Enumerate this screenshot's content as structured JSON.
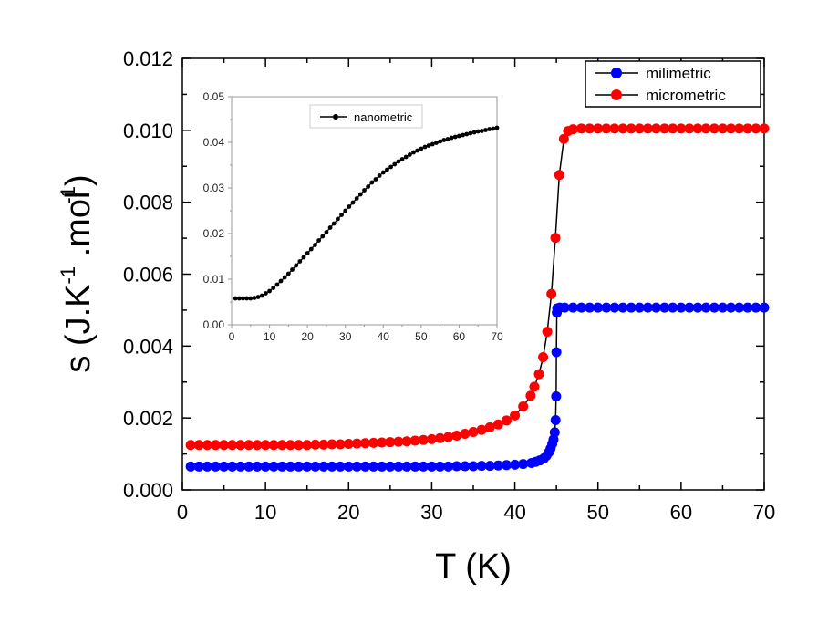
{
  "chart_data": [
    {
      "type": "scatter",
      "xlabel": "T (K)",
      "ylabel": {
        "base": "s (J.K",
        "sup1": "-1",
        "mid": " .mol",
        "sup2": "-1",
        "end": ")"
      },
      "xlim": [
        0,
        70
      ],
      "ylim": [
        0,
        0.012
      ],
      "xticks": [
        "0",
        "10",
        "20",
        "30",
        "40",
        "50",
        "60",
        "70"
      ],
      "yticks": [
        "0.000",
        "0.002",
        "0.004",
        "0.006",
        "0.008",
        "0.010",
        "0.012"
      ],
      "grid": false,
      "legend_position": "top-right",
      "series": [
        {
          "name": "milimetric",
          "color": "#0000ff",
          "x": [
            1,
            2,
            3,
            4,
            5,
            6,
            7,
            8,
            9,
            10,
            11,
            12,
            13,
            14,
            15,
            16,
            17,
            18,
            19,
            20,
            21,
            22,
            23,
            24,
            25,
            26,
            27,
            28,
            29,
            30,
            31,
            32,
            33,
            34,
            35,
            36,
            37,
            38,
            39,
            40,
            41,
            42,
            42.5,
            43,
            43.5,
            43.8,
            44.1,
            44.3,
            44.5,
            44.65,
            44.8,
            44.9,
            44.97,
            45.0,
            45.05,
            45.1,
            45.4,
            46,
            47,
            48,
            49,
            50,
            51,
            52,
            53,
            54,
            55,
            56,
            57,
            58,
            59,
            60,
            61,
            62,
            63,
            64,
            65,
            66,
            67,
            68,
            69,
            70
          ],
          "y": [
            0.00065,
            0.00065,
            0.00065,
            0.00065,
            0.00065,
            0.00065,
            0.00065,
            0.00065,
            0.00065,
            0.00065,
            0.00065,
            0.00065,
            0.00065,
            0.00065,
            0.00065,
            0.00065,
            0.00065,
            0.00065,
            0.00065,
            0.00065,
            0.00065,
            0.00065,
            0.00065,
            0.00065,
            0.00065,
            0.00065,
            0.00065,
            0.00065,
            0.00065,
            0.00065,
            0.00065,
            0.00065,
            0.00066,
            0.00066,
            0.00066,
            0.00067,
            0.00067,
            0.00068,
            0.00069,
            0.0007,
            0.00072,
            0.00075,
            0.00078,
            0.00082,
            0.00088,
            0.00095,
            0.00105,
            0.00115,
            0.00128,
            0.0014,
            0.0016,
            0.00194,
            0.0026,
            0.00383,
            0.00493,
            0.00505,
            0.00507,
            0.00507,
            0.00507,
            0.00507,
            0.00507,
            0.00507,
            0.00507,
            0.00507,
            0.00507,
            0.00507,
            0.00507,
            0.00507,
            0.00507,
            0.00507,
            0.00507,
            0.00507,
            0.00507,
            0.00507,
            0.00507,
            0.00507,
            0.00507,
            0.00507,
            0.00507,
            0.00507,
            0.00507,
            0.00507
          ]
        },
        {
          "name": "micrometric",
          "color": "#ff0000",
          "x": [
            1,
            2,
            3,
            4,
            5,
            6,
            7,
            8,
            9,
            10,
            11,
            12,
            13,
            14,
            15,
            16,
            17,
            18,
            19,
            20,
            21,
            22,
            23,
            24,
            25,
            26,
            27,
            28,
            29,
            30,
            31,
            32,
            33,
            34,
            35,
            36,
            37,
            38,
            39,
            40,
            41,
            41.9,
            42.35,
            42.9,
            43.4,
            43.9,
            44.4,
            44.88,
            45.35,
            45.9,
            46.4,
            47,
            48,
            49,
            50,
            51,
            52,
            53,
            54,
            55,
            56,
            57,
            58,
            59,
            60,
            61,
            62,
            63,
            64,
            65,
            66,
            67,
            68,
            69,
            70
          ],
          "y": [
            0.00125,
            0.00125,
            0.00125,
            0.00125,
            0.00125,
            0.00125,
            0.00125,
            0.00125,
            0.00125,
            0.00125,
            0.00125,
            0.00125,
            0.00125,
            0.00125,
            0.00125,
            0.00126,
            0.00126,
            0.00127,
            0.00127,
            0.00128,
            0.00129,
            0.0013,
            0.00131,
            0.00132,
            0.00133,
            0.00134,
            0.00135,
            0.00137,
            0.00139,
            0.00141,
            0.00144,
            0.00147,
            0.00151,
            0.00156,
            0.00161,
            0.00167,
            0.00174,
            0.00182,
            0.00193,
            0.00207,
            0.00232,
            0.00262,
            0.00287,
            0.00322,
            0.00369,
            0.0044,
            0.00545,
            0.00701,
            0.00876,
            0.00976,
            0.00998,
            0.01003,
            0.01005,
            0.01005,
            0.01005,
            0.01005,
            0.01005,
            0.01005,
            0.01005,
            0.01005,
            0.01005,
            0.01005,
            0.01005,
            0.01005,
            0.01005,
            0.01005,
            0.01005,
            0.01005,
            0.01005,
            0.01005,
            0.01005,
            0.01005,
            0.01005,
            0.01005,
            0.01005
          ]
        }
      ]
    },
    {
      "type": "line",
      "xlim": [
        0,
        70
      ],
      "ylim": [
        0,
        0.05
      ],
      "xticks": [
        "0",
        "10",
        "20",
        "30",
        "40",
        "50",
        "60",
        "70"
      ],
      "yticks": [
        "0.00",
        "0.01",
        "0.02",
        "0.03",
        "0.04",
        "0.05"
      ],
      "grid": false,
      "legend_position": "top-center",
      "series": [
        {
          "name": "nanometric",
          "color": "#000000",
          "x": [
            1,
            2,
            3,
            4,
            5,
            6,
            7,
            8,
            9,
            10,
            11,
            12,
            13,
            14,
            15,
            16,
            17,
            18,
            19,
            20,
            21,
            22,
            23,
            24,
            25,
            26,
            27,
            28,
            29,
            30,
            31,
            32,
            33,
            34,
            35,
            36,
            37,
            38,
            39,
            40,
            41,
            42,
            43,
            44,
            45,
            46,
            47,
            48,
            49,
            50,
            51,
            52,
            53,
            54,
            55,
            56,
            57,
            58,
            59,
            60,
            61,
            62,
            63,
            64,
            65,
            66,
            67,
            68,
            69,
            70
          ],
          "y": [
            0.0058,
            0.0058,
            0.0058,
            0.0058,
            0.0058,
            0.0059,
            0.0061,
            0.0064,
            0.0069,
            0.0074,
            0.0081,
            0.0088,
            0.0096,
            0.0104,
            0.0112,
            0.0121,
            0.013,
            0.0139,
            0.0148,
            0.0157,
            0.0166,
            0.0175,
            0.0185,
            0.0194,
            0.0203,
            0.0213,
            0.0222,
            0.0232,
            0.0241,
            0.025,
            0.0259,
            0.0268,
            0.0277,
            0.0286,
            0.0295,
            0.0303,
            0.0312,
            0.0319,
            0.0327,
            0.0334,
            0.034,
            0.0346,
            0.0352,
            0.0358,
            0.0363,
            0.0368,
            0.0373,
            0.0378,
            0.0382,
            0.0386,
            0.039,
            0.0393,
            0.0396,
            0.0399,
            0.0402,
            0.0405,
            0.0407,
            0.041,
            0.0412,
            0.0414,
            0.0416,
            0.0418,
            0.042,
            0.0422,
            0.0424,
            0.0425,
            0.0427,
            0.0429,
            0.043,
            0.0432
          ]
        }
      ]
    }
  ]
}
